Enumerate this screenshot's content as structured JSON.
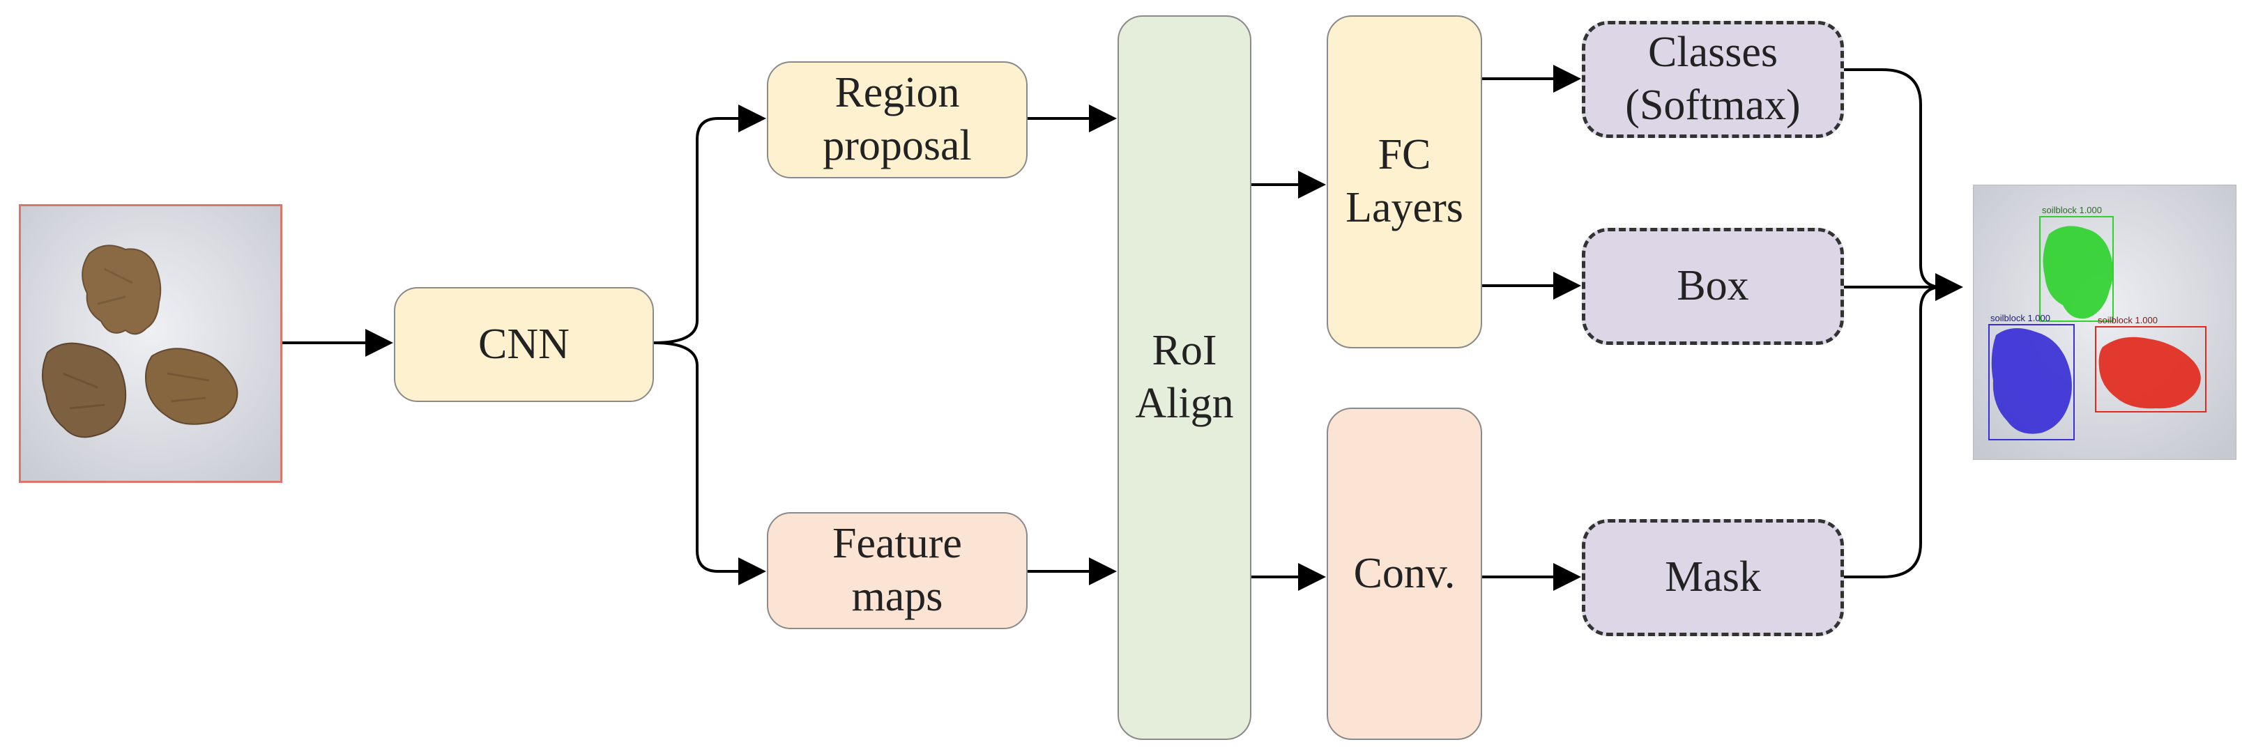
{
  "nodes": {
    "cnn": "CNN",
    "region_proposal": [
      "Region",
      "proposal"
    ],
    "feature_maps": [
      "Feature",
      "maps"
    ],
    "roi_align": [
      "RoI",
      "Align"
    ],
    "fc_layers": [
      "FC",
      "Layers"
    ],
    "conv": "Conv.",
    "classes": [
      "Classes",
      "(Softmax)"
    ],
    "box": "Box",
    "mask": "Mask"
  },
  "output_labels": {
    "green": "soilblock 1.000",
    "blue": "soilblock 1.000",
    "red": "soilblock 1.000"
  },
  "colors": {
    "yellow_fill": "#fdf1cf",
    "peach_fill": "#fce4d4",
    "green_fill": "#e5eddb",
    "purple_fill": "#dcd6e6",
    "input_frame": "#d9776b",
    "mask_green": "#2fd12f",
    "mask_blue": "#3a2fd6",
    "mask_red": "#e22a1e"
  }
}
